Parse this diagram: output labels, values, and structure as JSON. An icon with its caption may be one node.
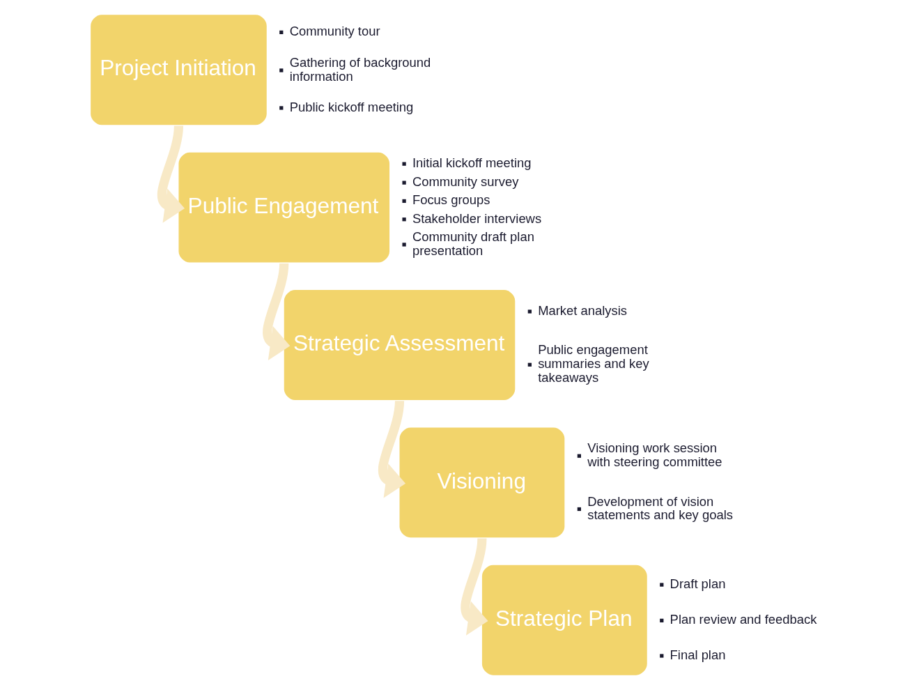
{
  "diagram": {
    "nodes": [
      {
        "text": [
          "Project Initiation"
        ],
        "beside": [
          "Community tour",
          "Gathering of background information",
          "Public kickoff meeting"
        ]
      },
      {
        "text": [
          "Public Engagement"
        ],
        "beside": [
          "Initial kickoff meeting",
          "Community survey",
          "Focus groups",
          "Stakeholder interviews",
          "Community draft plan presentation"
        ]
      },
      {
        "text": [
          "Strategic Assessment"
        ],
        "beside": [
          "Market analysis",
          "Public engagement summaries and key takeaways"
        ]
      },
      {
        "text": [
          "Visioning"
        ],
        "beside": [
          "Visioning work session with steering committee",
          "Development of vision statements and key goals"
        ]
      },
      {
        "text": [
          "Strategic Plan"
        ],
        "beside": [
          "Draft plan",
          "Plan review and feedback",
          "Final plan"
        ]
      }
    ],
    "edges": [
      {
        "from": 0,
        "to": 1,
        "arrow": "to"
      },
      {
        "from": 1,
        "to": 2,
        "arrow": "to"
      },
      {
        "from": 2,
        "to": 3,
        "arrow": "to"
      },
      {
        "from": 3,
        "to": 4,
        "arrow": "to"
      }
    ]
  }
}
